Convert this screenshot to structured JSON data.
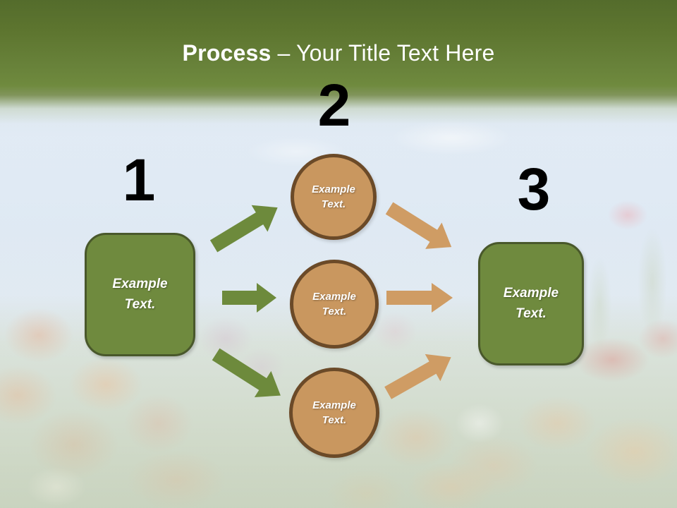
{
  "slide": {
    "title": {
      "bold": "Process",
      "rest": "– Your Title Text Here"
    },
    "diagram": {
      "step1": {
        "number": "1",
        "box_label": "Example Text."
      },
      "step2": {
        "number": "2",
        "circles": [
          {
            "label": "Example Text."
          },
          {
            "label": "Example Text."
          },
          {
            "label": "Example Text."
          }
        ]
      },
      "step3": {
        "number": "3",
        "box_label": "Example Text."
      }
    },
    "colors": {
      "header_green_dark": "#546c2c",
      "header_green": "#6f8a3e",
      "box_green_fill": "#6f8a3e",
      "box_green_border": "#49582b",
      "circle_tan_fill": "#c9975f",
      "circle_brown_border": "#6b4a28",
      "arrow_green": "#6d8a3c",
      "arrow_orange": "#cf9c64",
      "title_text": "#ffffff",
      "number_text": "#000000",
      "sky_blue": "#cfdff1"
    }
  }
}
